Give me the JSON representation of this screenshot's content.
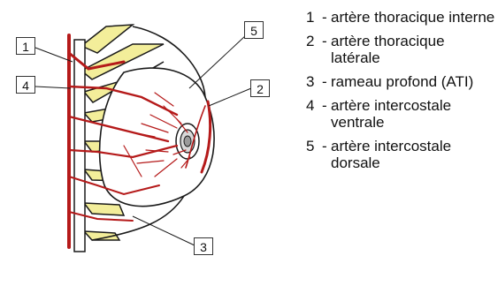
{
  "callouts": [
    {
      "id": "1",
      "label": "1"
    },
    {
      "id": "2",
      "label": "2"
    },
    {
      "id": "3",
      "label": "3"
    },
    {
      "id": "4",
      "label": "4"
    },
    {
      "id": "5",
      "label": "5"
    }
  ],
  "legend": [
    {
      "num": "1",
      "dash": "-",
      "text": "artère thoracique interne"
    },
    {
      "num": "2",
      "dash": "-",
      "text": "artère thoracique latérale"
    },
    {
      "num": "3",
      "dash": "-",
      "text": "rameau profond (ATI)"
    },
    {
      "num": "4",
      "dash": "-",
      "text": "artère intercostale ventrale"
    },
    {
      "num": "5",
      "dash": "-",
      "text": "artère intercostale dorsale"
    }
  ],
  "colors": {
    "artery": "#b51a1a",
    "rib": "#f3ee9a",
    "outline": "#1a1a1a"
  }
}
